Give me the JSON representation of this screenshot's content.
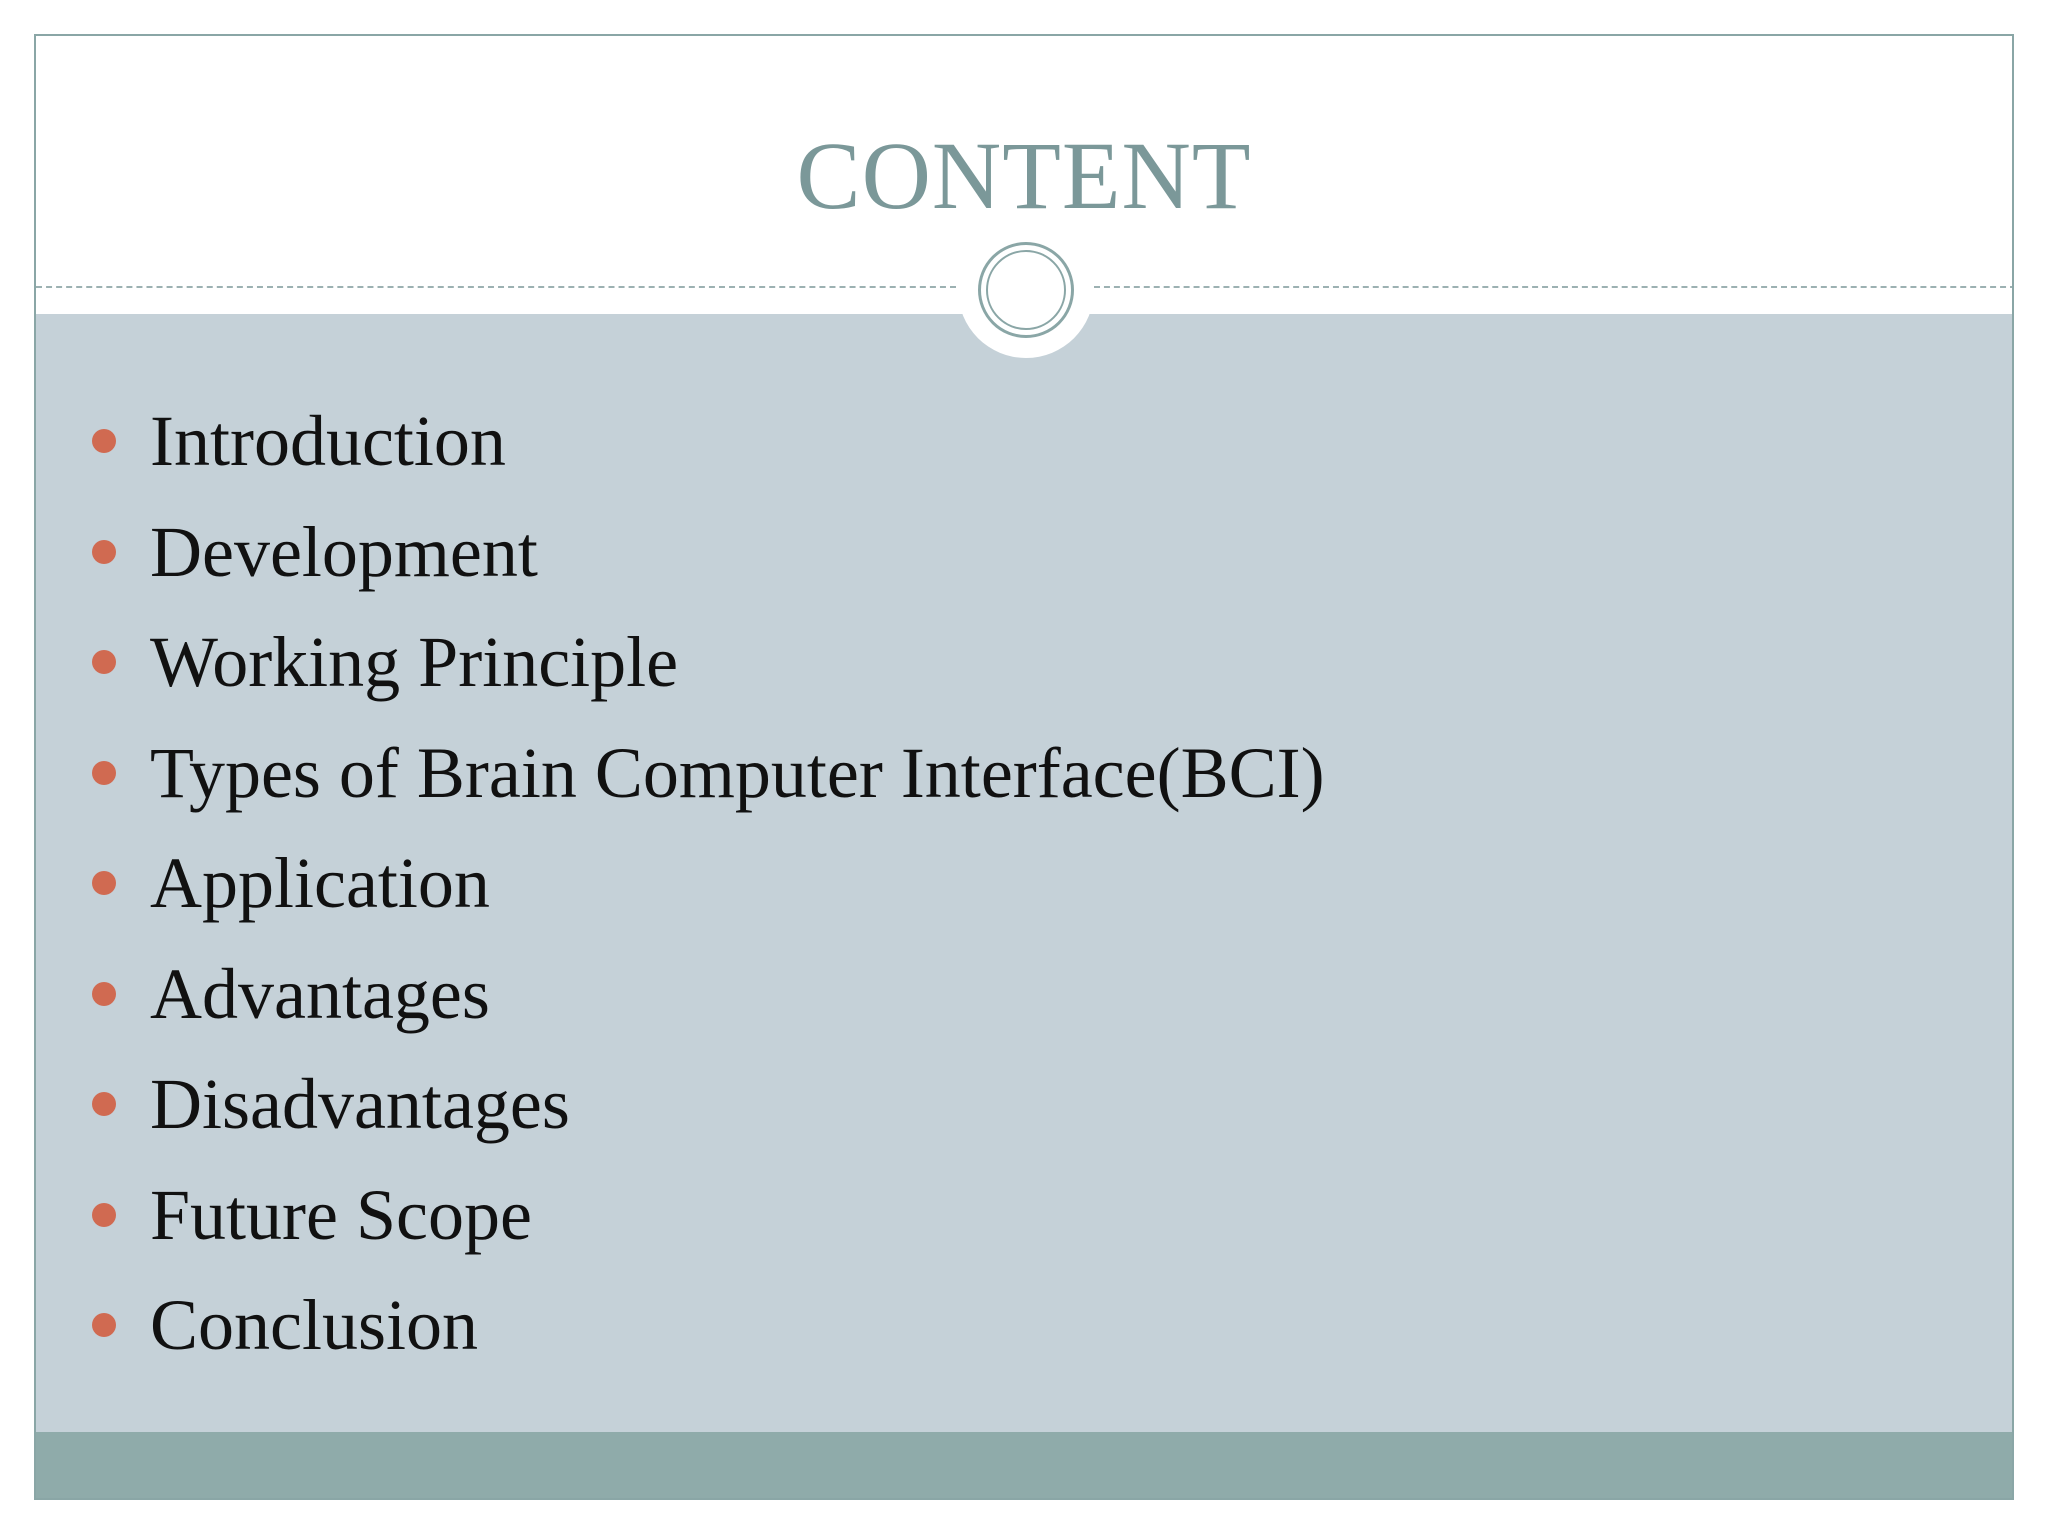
{
  "slide": {
    "title": "CONTENT",
    "items": [
      "Introduction",
      "Development",
      "Working Principle",
      "Types of Brain Computer Interface(BCI)",
      "Application",
      "Advantages",
      "Disadvantages",
      "Future Scope",
      "Conclusion"
    ]
  },
  "colors": {
    "title": "#7b9899",
    "body_background": "#c5d1d8",
    "footer_band": "#8fabaa",
    "bullet": "#d06a51",
    "text": "#111111"
  }
}
